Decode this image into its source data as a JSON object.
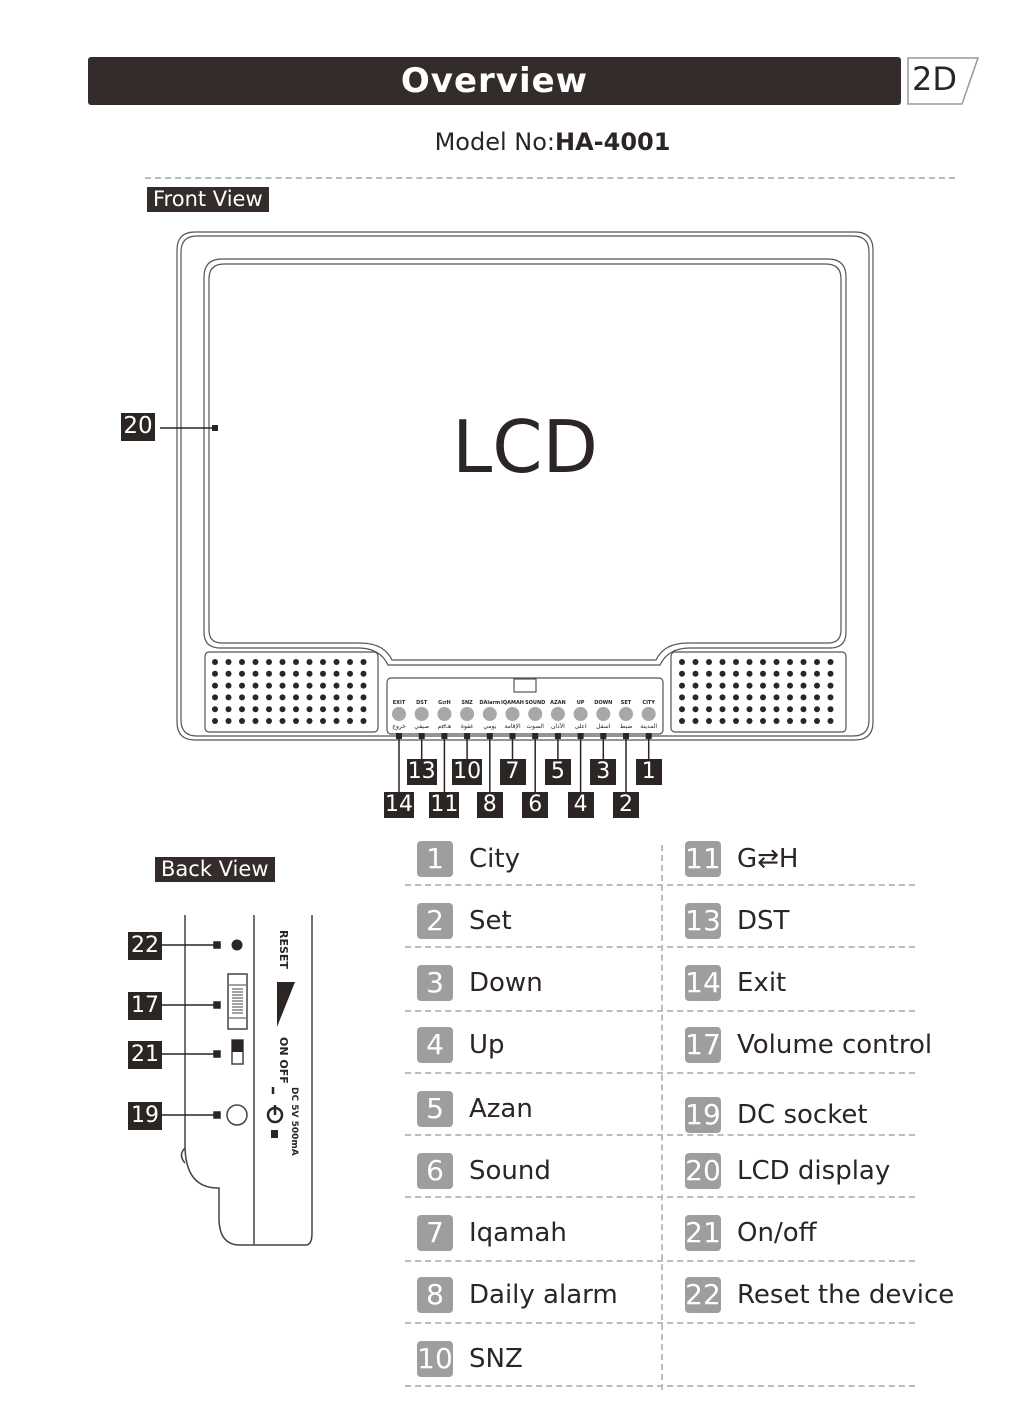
{
  "header": {
    "title": "Overview",
    "page_tag": "2D"
  },
  "model": {
    "label": "Model No:",
    "value": "HA-4001"
  },
  "front_view": {
    "label": "Front View",
    "screen_text": "LCD",
    "screen_callout": "20",
    "buttons": [
      {
        "en": "EXIT",
        "ar": "خروج",
        "callout": "14"
      },
      {
        "en": "DST",
        "ar": "صيفي",
        "callout": "13"
      },
      {
        "en": "G⇄H",
        "ar": "هـ⇄م",
        "callout": "11"
      },
      {
        "en": "SNZ",
        "ar": "غفوة",
        "callout": "10"
      },
      {
        "en": "DAlarm",
        "ar": "يومي",
        "callout": "8"
      },
      {
        "en": "IQAMAH",
        "ar": "الإقامة",
        "callout": "7"
      },
      {
        "en": "SOUND",
        "ar": "الصوت",
        "callout": "6"
      },
      {
        "en": "AZAN",
        "ar": "الأذان",
        "callout": "5"
      },
      {
        "en": "UP",
        "ar": "اعلى",
        "callout": "4"
      },
      {
        "en": "DOWN",
        "ar": "اسفل",
        "callout": "3"
      },
      {
        "en": "SET",
        "ar": "ضبط",
        "callout": "2"
      },
      {
        "en": "CITY",
        "ar": "المدينة",
        "callout": "1"
      }
    ]
  },
  "back_view": {
    "label": "Back View",
    "reset_text": "RESET",
    "switch_text": "ON  OFF",
    "dc_text": "DC 5V 500mA",
    "callouts": [
      {
        "num": "22",
        "part": "reset"
      },
      {
        "num": "17",
        "part": "volume"
      },
      {
        "num": "21",
        "part": "switch"
      },
      {
        "num": "19",
        "part": "dc"
      }
    ]
  },
  "legend": {
    "left": [
      {
        "num": "1",
        "label": "City"
      },
      {
        "num": "2",
        "label": "Set"
      },
      {
        "num": "3",
        "label": "Down"
      },
      {
        "num": "4",
        "label": "Up"
      },
      {
        "num": "5",
        "label": "Azan"
      },
      {
        "num": "6",
        "label": "Sound"
      },
      {
        "num": "7",
        "label": "Iqamah"
      },
      {
        "num": "8",
        "label": "Daily alarm"
      },
      {
        "num": "10",
        "label": "SNZ"
      }
    ],
    "right": [
      {
        "num": "11",
        "label": "G⇄H"
      },
      {
        "num": "13",
        "label": "DST"
      },
      {
        "num": "14",
        "label": "Exit"
      },
      {
        "num": "17",
        "label": "Volume control"
      },
      {
        "num": "19",
        "label": "DC socket"
      },
      {
        "num": "20",
        "label": "LCD display"
      },
      {
        "num": "21",
        "label": "On/off"
      },
      {
        "num": "22",
        "label": "Reset the device"
      }
    ]
  }
}
